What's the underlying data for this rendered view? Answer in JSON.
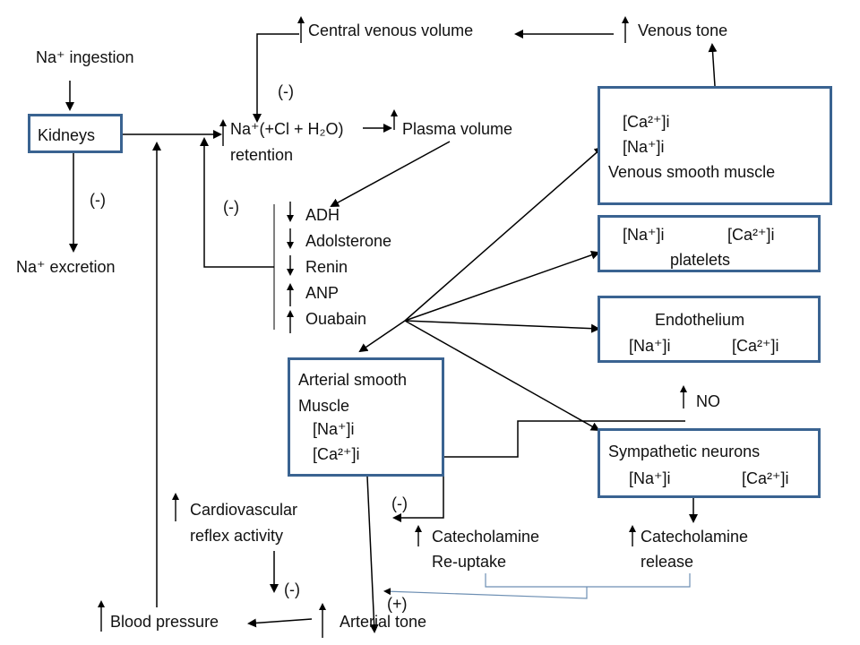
{
  "labels": {
    "na_ingestion": "Na⁺ ingestion",
    "kidneys": "Kidneys",
    "na_excretion": "Na⁺ excretion",
    "neg_kidney": "(-)",
    "central_venous_volume": "Central venous volume",
    "venous_tone": "Venous tone",
    "neg_top": "(-)",
    "na_retention_line1": "Na⁺(+Cl + H₂O)",
    "na_retention_line2": "retention",
    "plasma_volume": "Plasma volume",
    "neg_hormones": "(-)",
    "hormones": [
      "ADH",
      "Adolsterone",
      "Renin",
      "ANP",
      "Ouabain"
    ],
    "arterial_smooth_line1": "Arterial smooth",
    "arterial_smooth_line2": "Muscle",
    "arterial_smooth_na": "[Na⁺]i",
    "arterial_smooth_ca": "[Ca²⁺]i",
    "venous_ca": "[Ca²⁺]i",
    "venous_na": "[Na⁺]i",
    "venous_label": "Venous smooth muscle",
    "platelets_na": "[Na⁺]i",
    "platelets_ca": "[Ca²⁺]i",
    "platelets_label": "platelets",
    "endothelium_label": "Endothelium",
    "endothelium_na": "[Na⁺]i",
    "endothelium_ca": "[Ca²⁺]i",
    "no_label": "NO",
    "sympathetic_label": "Sympathetic neurons",
    "sympathetic_na": "[Na⁺]i",
    "sympathetic_ca": "[Ca²⁺]i",
    "cardio_line1": "Cardiovascular",
    "cardio_line2": "reflex activity",
    "neg_reuptake": "(-)",
    "catechol_reuptake_line1": "Catecholamine",
    "catechol_reuptake_line2": "Re-uptake",
    "catechol_release_line1": "Catecholamine",
    "catechol_release_line2": "release",
    "neg_bp": "(-)",
    "pos_tone": "(+)",
    "blood_pressure": "Blood pressure",
    "arterial_tone": "Arterial tone"
  },
  "colors": {
    "box_border": "#3a6391",
    "line": "#000000",
    "bracket": "#6d8fb3"
  }
}
